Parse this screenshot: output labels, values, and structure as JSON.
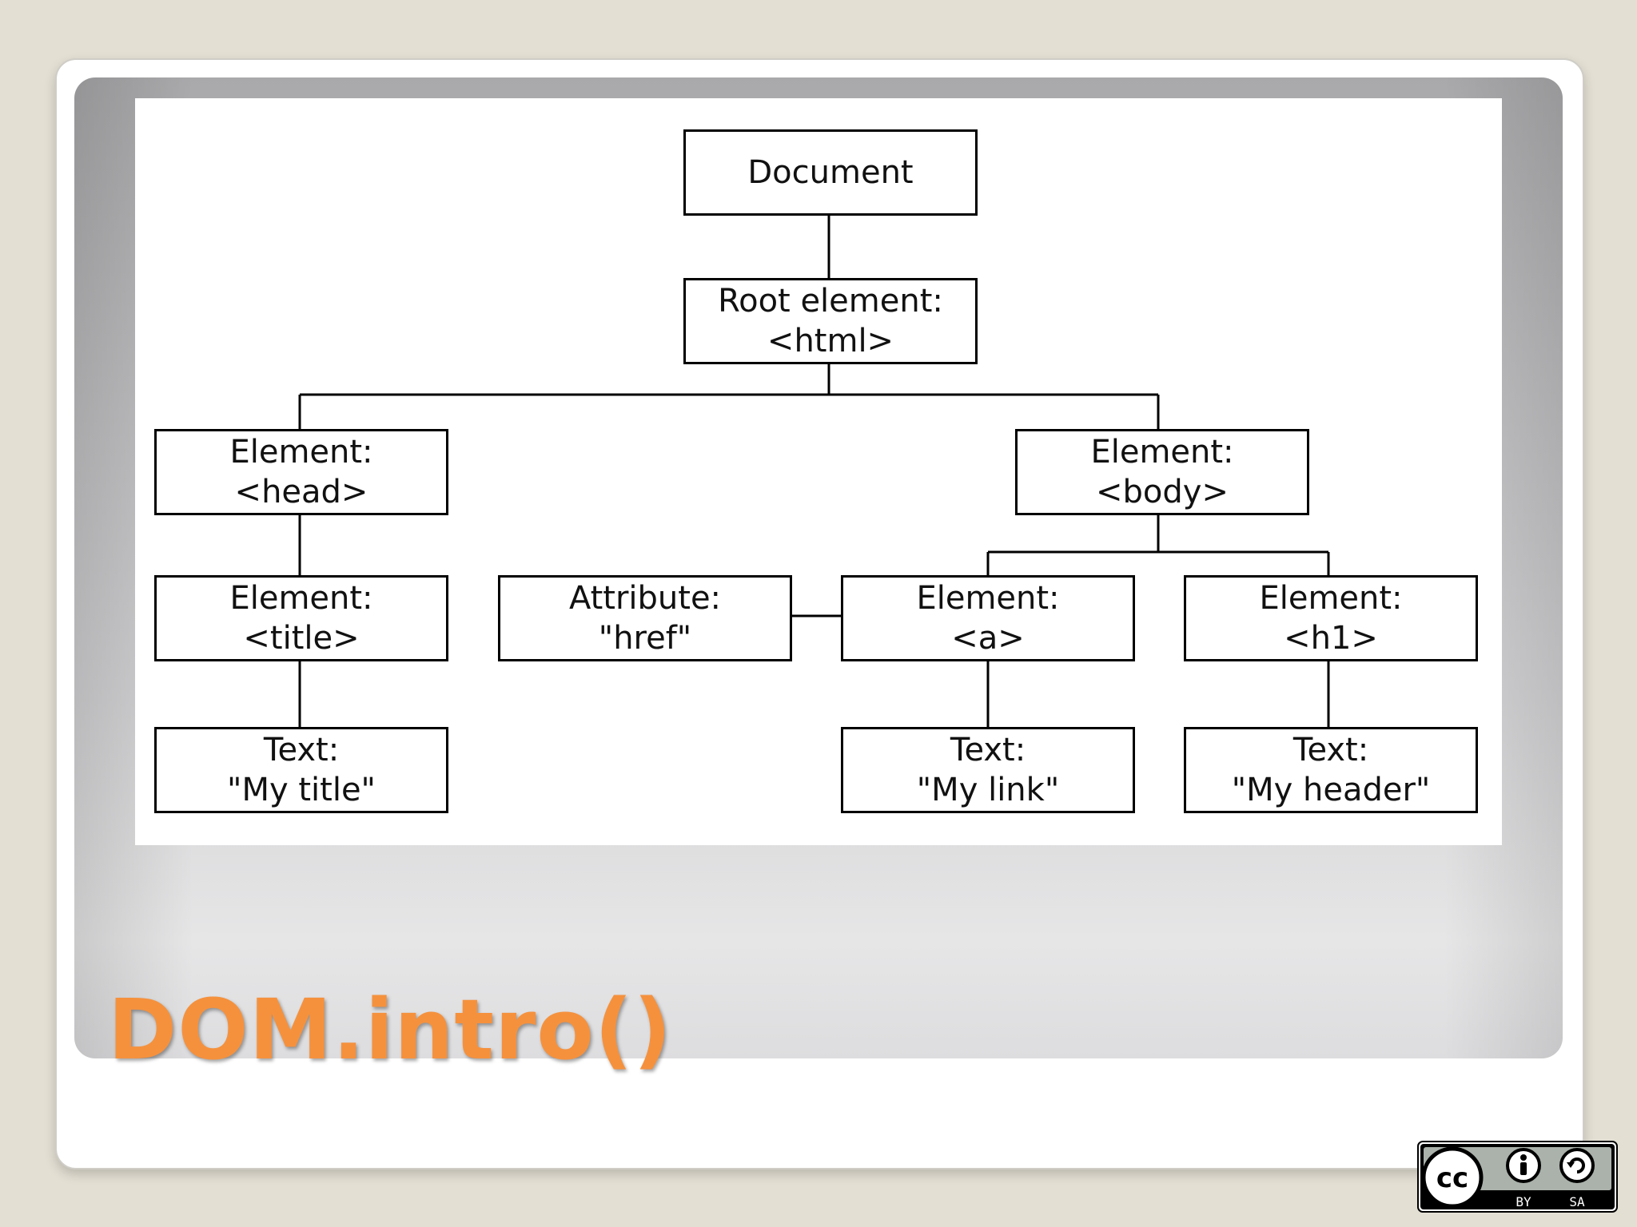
{
  "slide": {
    "title": "DOM.intro()"
  },
  "diagram": {
    "nodes": {
      "document": {
        "line1": "Document"
      },
      "root": {
        "line1": "Root element:",
        "line2": "<html>"
      },
      "head": {
        "line1": "Element:",
        "line2": "<head>"
      },
      "body": {
        "line1": "Element:",
        "line2": "<body>"
      },
      "title_el": {
        "line1": "Element:",
        "line2": "<title>"
      },
      "attribute": {
        "line1": "Attribute:",
        "line2": "\"href\""
      },
      "a_el": {
        "line1": "Element:",
        "line2": "<a>"
      },
      "h1_el": {
        "line1": "Element:",
        "line2": "<h1>"
      },
      "text_title": {
        "line1": "Text:",
        "line2": "\"My title\""
      },
      "text_link": {
        "line1": "Text:",
        "line2": "\"My link\""
      },
      "text_header": {
        "line1": "Text:",
        "line2": "\"My header\""
      }
    }
  },
  "license_badge": {
    "by_label": "BY",
    "sa_label": "SA",
    "cc_label": "cc"
  },
  "colors": {
    "title": "#f5913d",
    "page_background": "#e3dfd3"
  }
}
